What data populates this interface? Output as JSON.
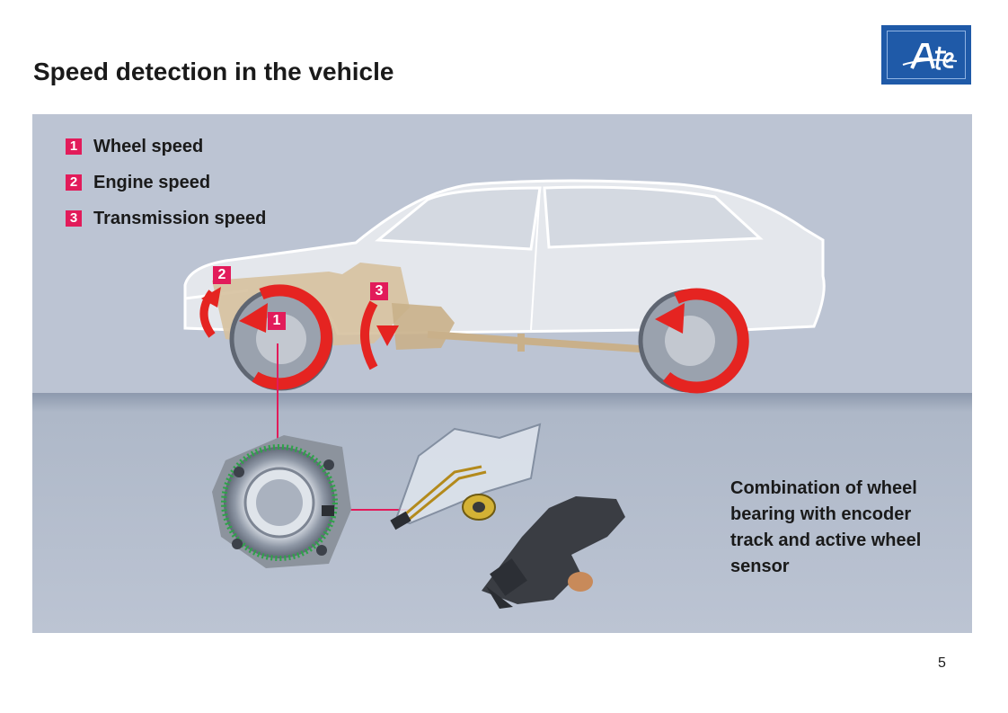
{
  "slide": {
    "title": "Speed detection in the vehicle",
    "page_number": "5"
  },
  "logo": {
    "name": "ate-logo",
    "text": "Ate"
  },
  "legend": [
    {
      "number": "1",
      "label": "Wheel speed"
    },
    {
      "number": "2",
      "label": "Engine speed"
    },
    {
      "number": "3",
      "label": "Transmission speed"
    }
  ],
  "markers": {
    "wheel": "1",
    "engine": "2",
    "transmission": "3"
  },
  "caption": "Combination of wheel bearing with encoder track and active wheel sensor",
  "colors": {
    "accent": "#e21b5a",
    "arrow_red": "#e52421",
    "panel_bg": "#bcc4d3",
    "logo_blue": "#1f5aa8"
  }
}
